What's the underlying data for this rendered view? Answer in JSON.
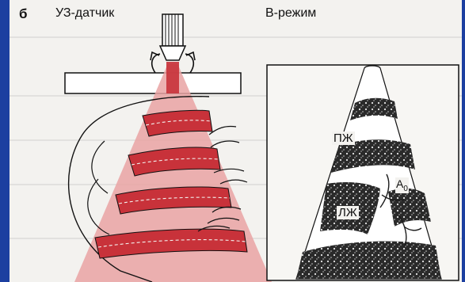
{
  "figure": {
    "panel_letter": "б",
    "probe_label": "УЗ-датчик",
    "mode_label": "В-режим",
    "chamber_labels": {
      "right_ventricle": "ПЖ",
      "aorta_main": "A",
      "aorta_sub": "0",
      "left_ventricle": "ЛЖ"
    }
  },
  "colors": {
    "background_frame": "#1c3fa0",
    "page": "#f3f2ef",
    "beam": "#e9a3a3",
    "slice": "#c8323a",
    "ink": "#111111"
  },
  "icons": [
    "ultrasound-probe-icon",
    "rotation-arrow-icon"
  ]
}
